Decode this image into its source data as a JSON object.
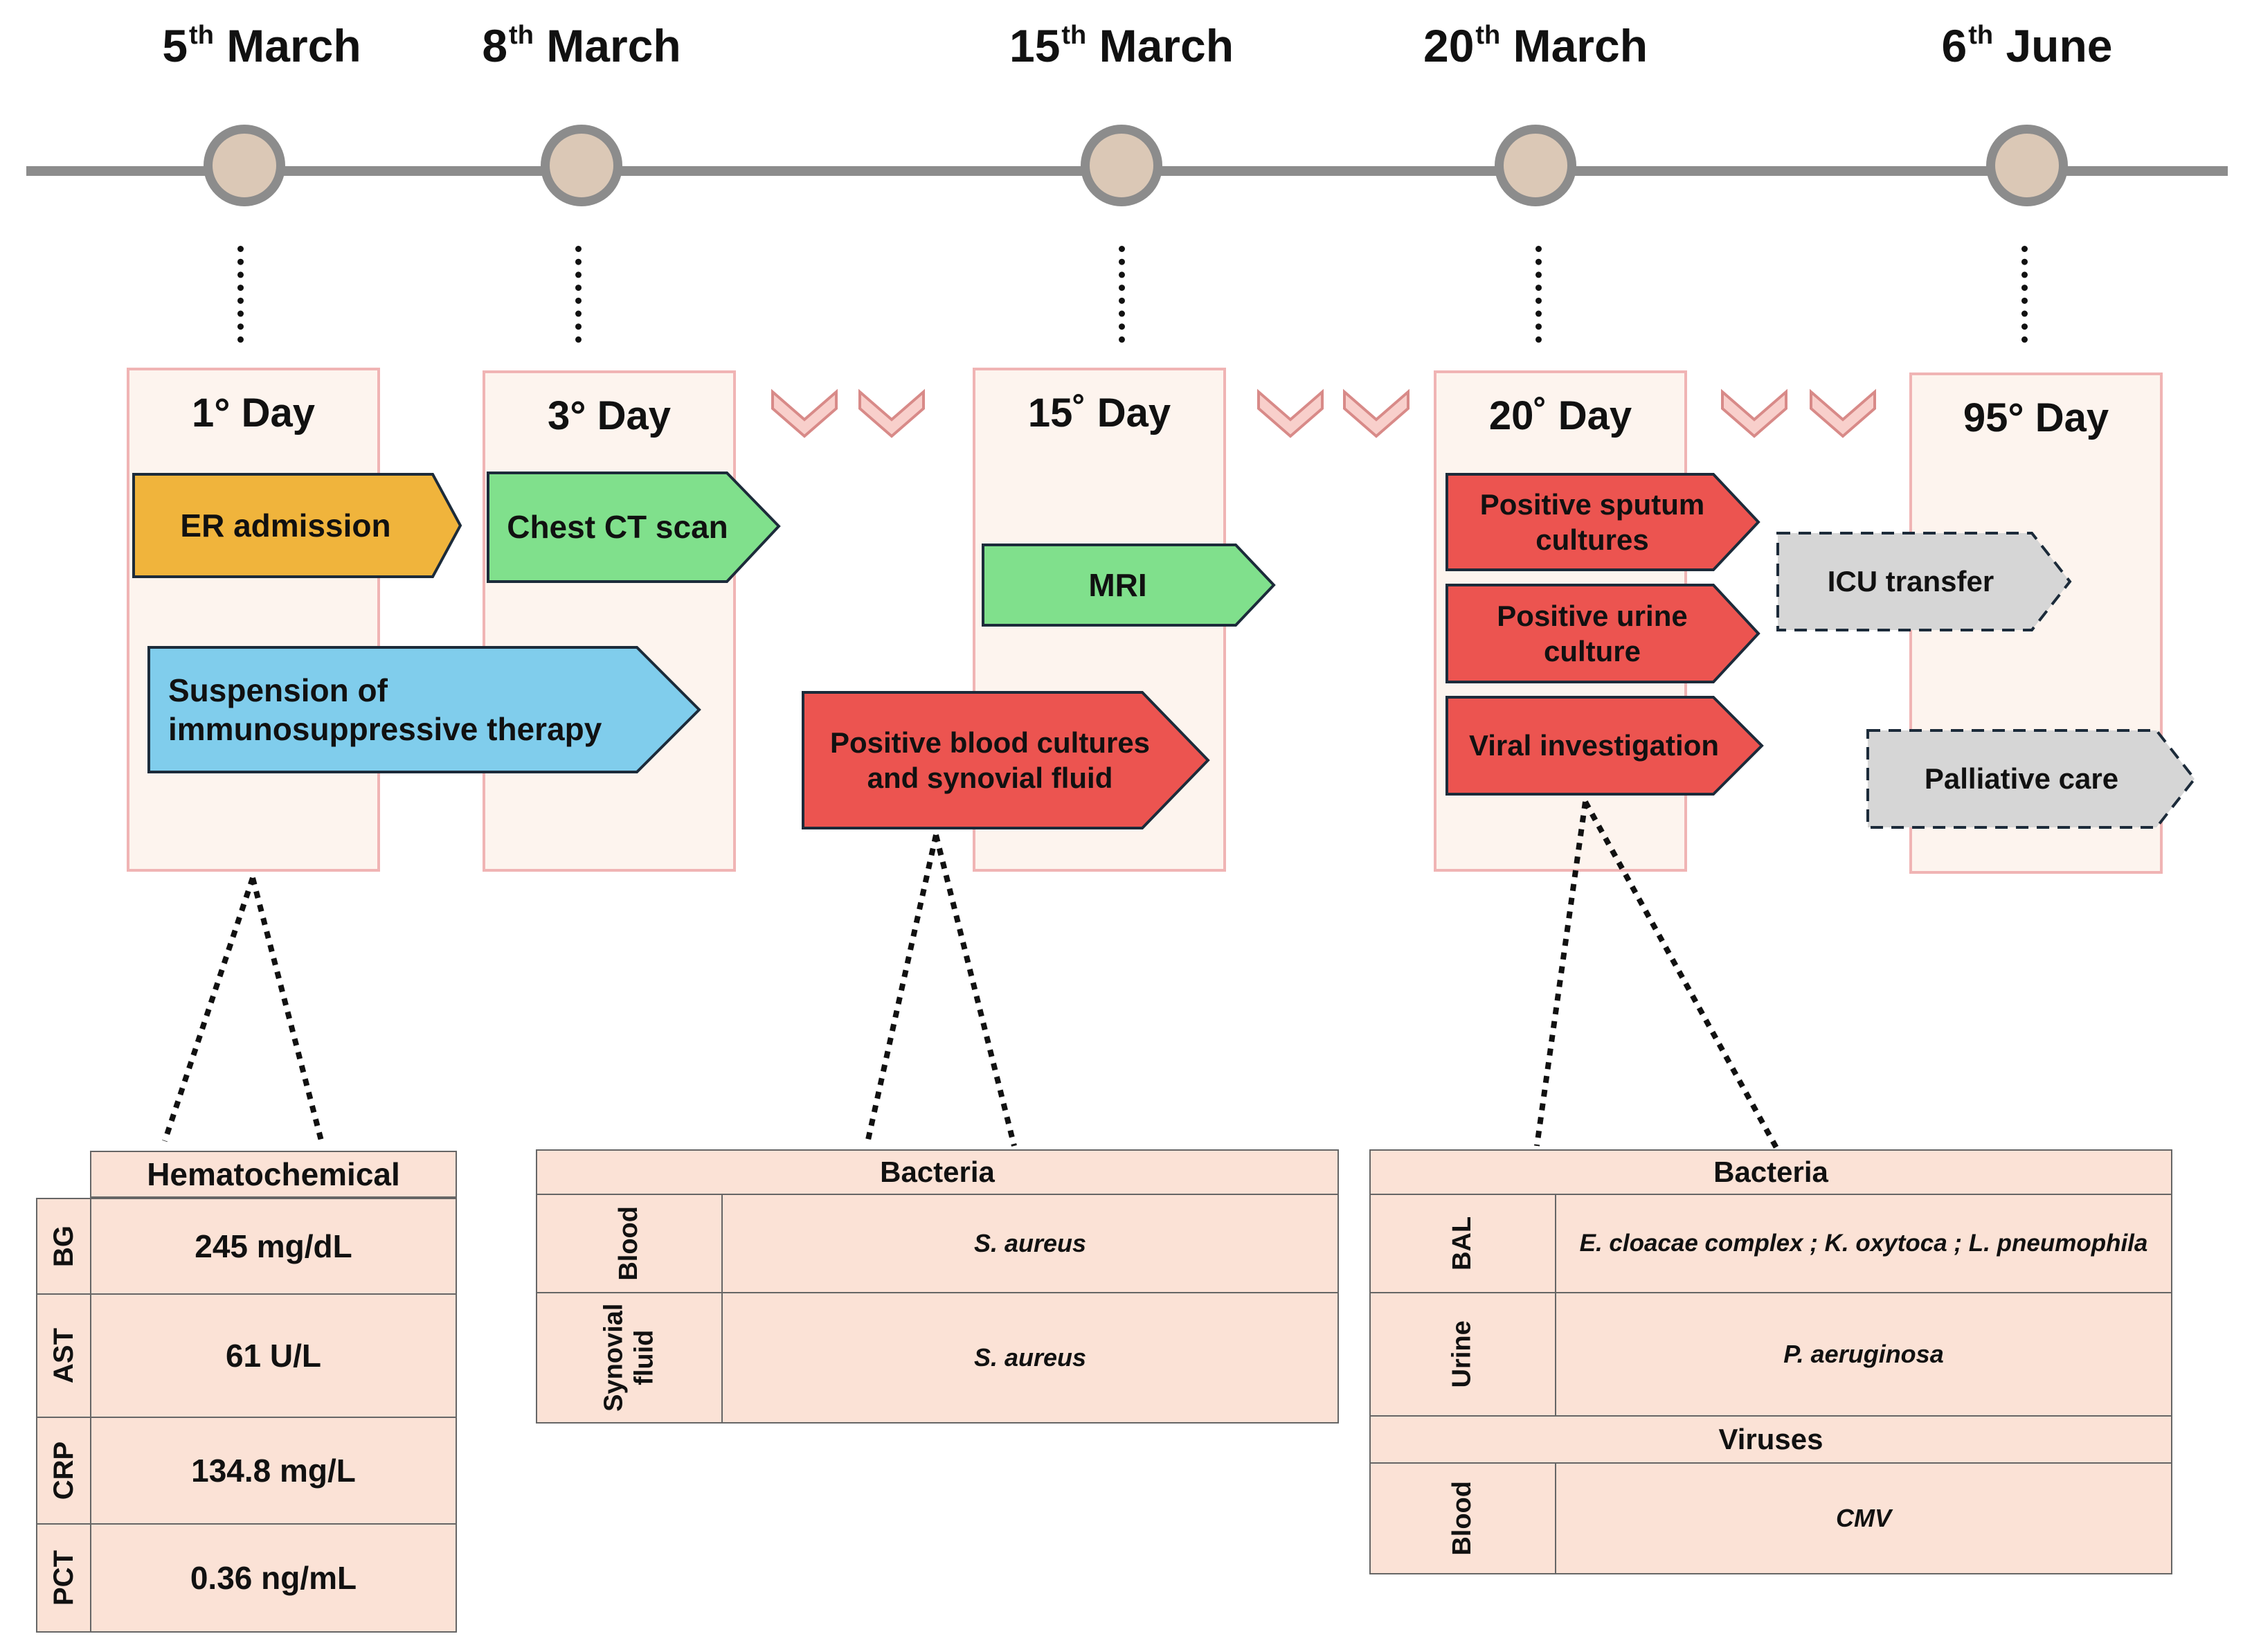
{
  "timeline": {
    "dates": [
      {
        "day": "5",
        "suffix": "th",
        "month": "March"
      },
      {
        "day": "8",
        "suffix": "th",
        "month": "March"
      },
      {
        "day": "15",
        "suffix": "th",
        "month": "March"
      },
      {
        "day": "20",
        "suffix": "th",
        "month": "March"
      },
      {
        "day": "6",
        "suffix": "th",
        "month": "June"
      }
    ],
    "node_color": "#dbc8b6",
    "line_color": "#8c8c8c"
  },
  "days": [
    "1° Day",
    "3° Day",
    "15˚ Day",
    "20˚ Day",
    "95° Day"
  ],
  "events": {
    "er_admission": "ER admission",
    "chest_ct": "Chest CT scan",
    "suspension": "Suspension of immunosuppressive therapy",
    "mri": "MRI",
    "positive_blood": "Positive blood cultures and synovial fluid",
    "positive_sputum": "Positive sputum cultures",
    "positive_urine": "Positive urine culture",
    "viral": "Viral investigation",
    "icu": "ICU transfer",
    "palliative": "Palliative care"
  },
  "colors": {
    "orange": "#f0b43c",
    "green": "#80e08c",
    "blue": "#80cdec",
    "red": "#ec5450",
    "grey": "#d6d6d6",
    "table_fill": "#fbe2d6",
    "column_fill": "#fdf4ee",
    "column_border": "#f0b4b4"
  },
  "hematochemical": {
    "header": "Hematochemical",
    "rows": [
      {
        "label": "BG",
        "value": "245 mg/dL"
      },
      {
        "label": "AST",
        "value": "61 U/L"
      },
      {
        "label": "CRP",
        "value": "134.8 mg/L"
      },
      {
        "label": "PCT",
        "value": "0.36 ng/mL"
      }
    ]
  },
  "bacteria_mid": {
    "header": "Bacteria",
    "rows": [
      {
        "label": "Blood",
        "value": "S. aureus"
      },
      {
        "label": "Synovial fluid",
        "value": "S. aureus"
      }
    ]
  },
  "micro_right": {
    "bacteria_header": "Bacteria",
    "bacteria_rows": [
      {
        "label": "BAL",
        "value": "E. cloacae complex ; K. oxytoca ; L. pneumophila"
      },
      {
        "label": "Urine",
        "value": "P. aeruginosa"
      }
    ],
    "viruses_header": "Viruses",
    "virus_rows": [
      {
        "label": "Blood",
        "value": "CMV"
      }
    ]
  }
}
